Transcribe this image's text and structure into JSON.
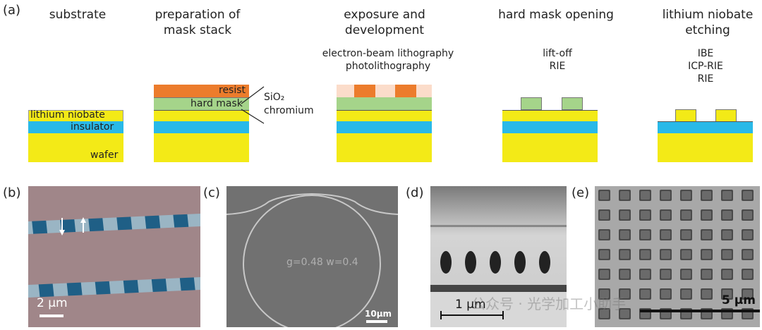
{
  "panel_labels": {
    "a": "(a)",
    "b": "(b)",
    "c": "(c)",
    "d": "(d)",
    "e": "(e)"
  },
  "steps": {
    "substrate": {
      "title": "substrate"
    },
    "mask_stack": {
      "title_line1": "preparation of",
      "title_line2": "mask stack"
    },
    "exposure": {
      "title_line1": "exposure and",
      "title_line2": "development",
      "method1": "electron-beam lithography",
      "method2": "photolithography"
    },
    "opening": {
      "title": "hard mask opening",
      "method1": "lift-off",
      "method2": "RIE"
    },
    "etching": {
      "title_line1": "lithium niobate",
      "title_line2": "etching",
      "method1": "IBE",
      "method2": "ICP-RIE",
      "method3": "RIE"
    }
  },
  "layers": {
    "lithium_niobate": "lithium niobate",
    "insulator": "insulator",
    "wafer": "wafer",
    "resist": "resist",
    "hard_mask": "hard mask",
    "sio2": "SiO₂",
    "chromium": "chromium"
  },
  "colors": {
    "lithium_niobate": "#f3ea17",
    "insulator": "#29b9e8",
    "wafer": "#f3ea17",
    "resist": "#ec7c2c",
    "resist_light": "#fbdcca",
    "hard_mask": "#a5d48a"
  },
  "images": {
    "b": {
      "scale": "2 μm"
    },
    "c": {
      "annotation": "g=0.48 w=0.4",
      "scale": "10μm"
    },
    "d": {
      "scale": "1 μm"
    },
    "e": {
      "scale": "5 μm"
    }
  },
  "watermark": "公众号 · 光学加工小助手"
}
